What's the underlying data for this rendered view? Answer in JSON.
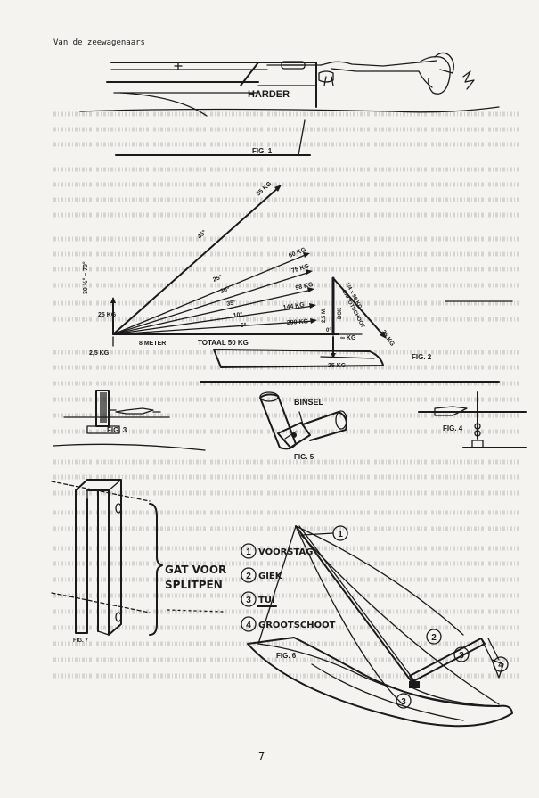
{
  "header": {
    "running_title": "Van de zeewagenaars"
  },
  "fig1": {
    "caption": "FIG. 1",
    "label_harder": "HARDER"
  },
  "fig2": {
    "caption": "FIG. 2",
    "angle_range": "30 ½° – 70°",
    "weight_top": "35 KG",
    "weight_top_angle": "45°",
    "rays": [
      {
        "angle": "25°",
        "weight": "60 KG"
      },
      {
        "angle": "30°",
        "weight": "75 KG"
      },
      {
        "angle": "35°",
        "weight": "98 KG"
      },
      {
        "angle": "10°",
        "weight": "144 KG"
      },
      {
        "angle": "5°",
        "weight": "290 KG"
      }
    ],
    "weight_left": "25 KG",
    "weight_bottom_left": "2,5 KG",
    "distance": "8 METER",
    "total": "TOTAAL 50 KG",
    "zero_angle": "0°",
    "infinity_weight": "∞ KG",
    "bottom_weight": "25 KG",
    "bok_height": "2.5 M.",
    "bok_label": "BOK",
    "ratio": "1/4 x 98 KG",
    "grootschoot": "GROOTSCHOOT",
    "weight_25": "25 KG"
  },
  "fig3": {
    "caption": "FIG. 3"
  },
  "fig4": {
    "caption": "FIG. 4"
  },
  "fig5": {
    "caption": "FIG. 5",
    "label": "BINSEL"
  },
  "fig6": {
    "caption": "FIG. 6",
    "legend": [
      {
        "num": "1",
        "text": "VOORSTAG"
      },
      {
        "num": "2",
        "text": "GIEK"
      },
      {
        "num": "3",
        "text": "TUI"
      },
      {
        "num": "4",
        "text": "GROOTSCHOOT"
      }
    ]
  },
  "fig7": {
    "caption": "FIG. 7",
    "label_line1": "GAT VOOR",
    "label_line2": "SPLITPEN"
  },
  "footer": {
    "page_number": "7"
  }
}
